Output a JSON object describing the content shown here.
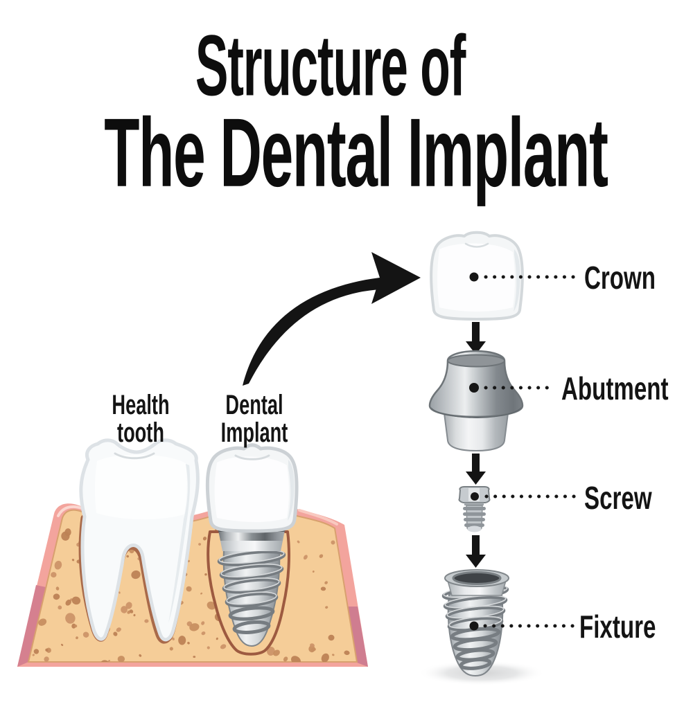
{
  "title": {
    "line1": "Structure of",
    "line2": "The Dental Implant"
  },
  "left_labels": {
    "healthy_tooth": [
      "Health",
      "tooth"
    ],
    "dental_implant": [
      "Dental",
      "Implant"
    ]
  },
  "parts": [
    {
      "id": "crown",
      "label": "Crown"
    },
    {
      "id": "abutment",
      "label": "Abutment"
    },
    {
      "id": "screw",
      "label": "Screw"
    },
    {
      "id": "fixture",
      "label": "Fixture"
    }
  ],
  "colors": {
    "text": "#111111",
    "arrow_black": "#141414",
    "gum_pink": "#f3a49d",
    "gum_pink_dark": "#d5808f",
    "gum_highlight": "#fbd7d0",
    "bone_tan": "#f5cd98",
    "speckle_brown": "#c58b5e",
    "socket_brown": "#9d5a40",
    "tooth_white": "#f8fafb",
    "tooth_outline": "#dde2e6",
    "metal_light": "#eceeef",
    "metal_dark": "#6f757a",
    "background": "#ffffff"
  }
}
